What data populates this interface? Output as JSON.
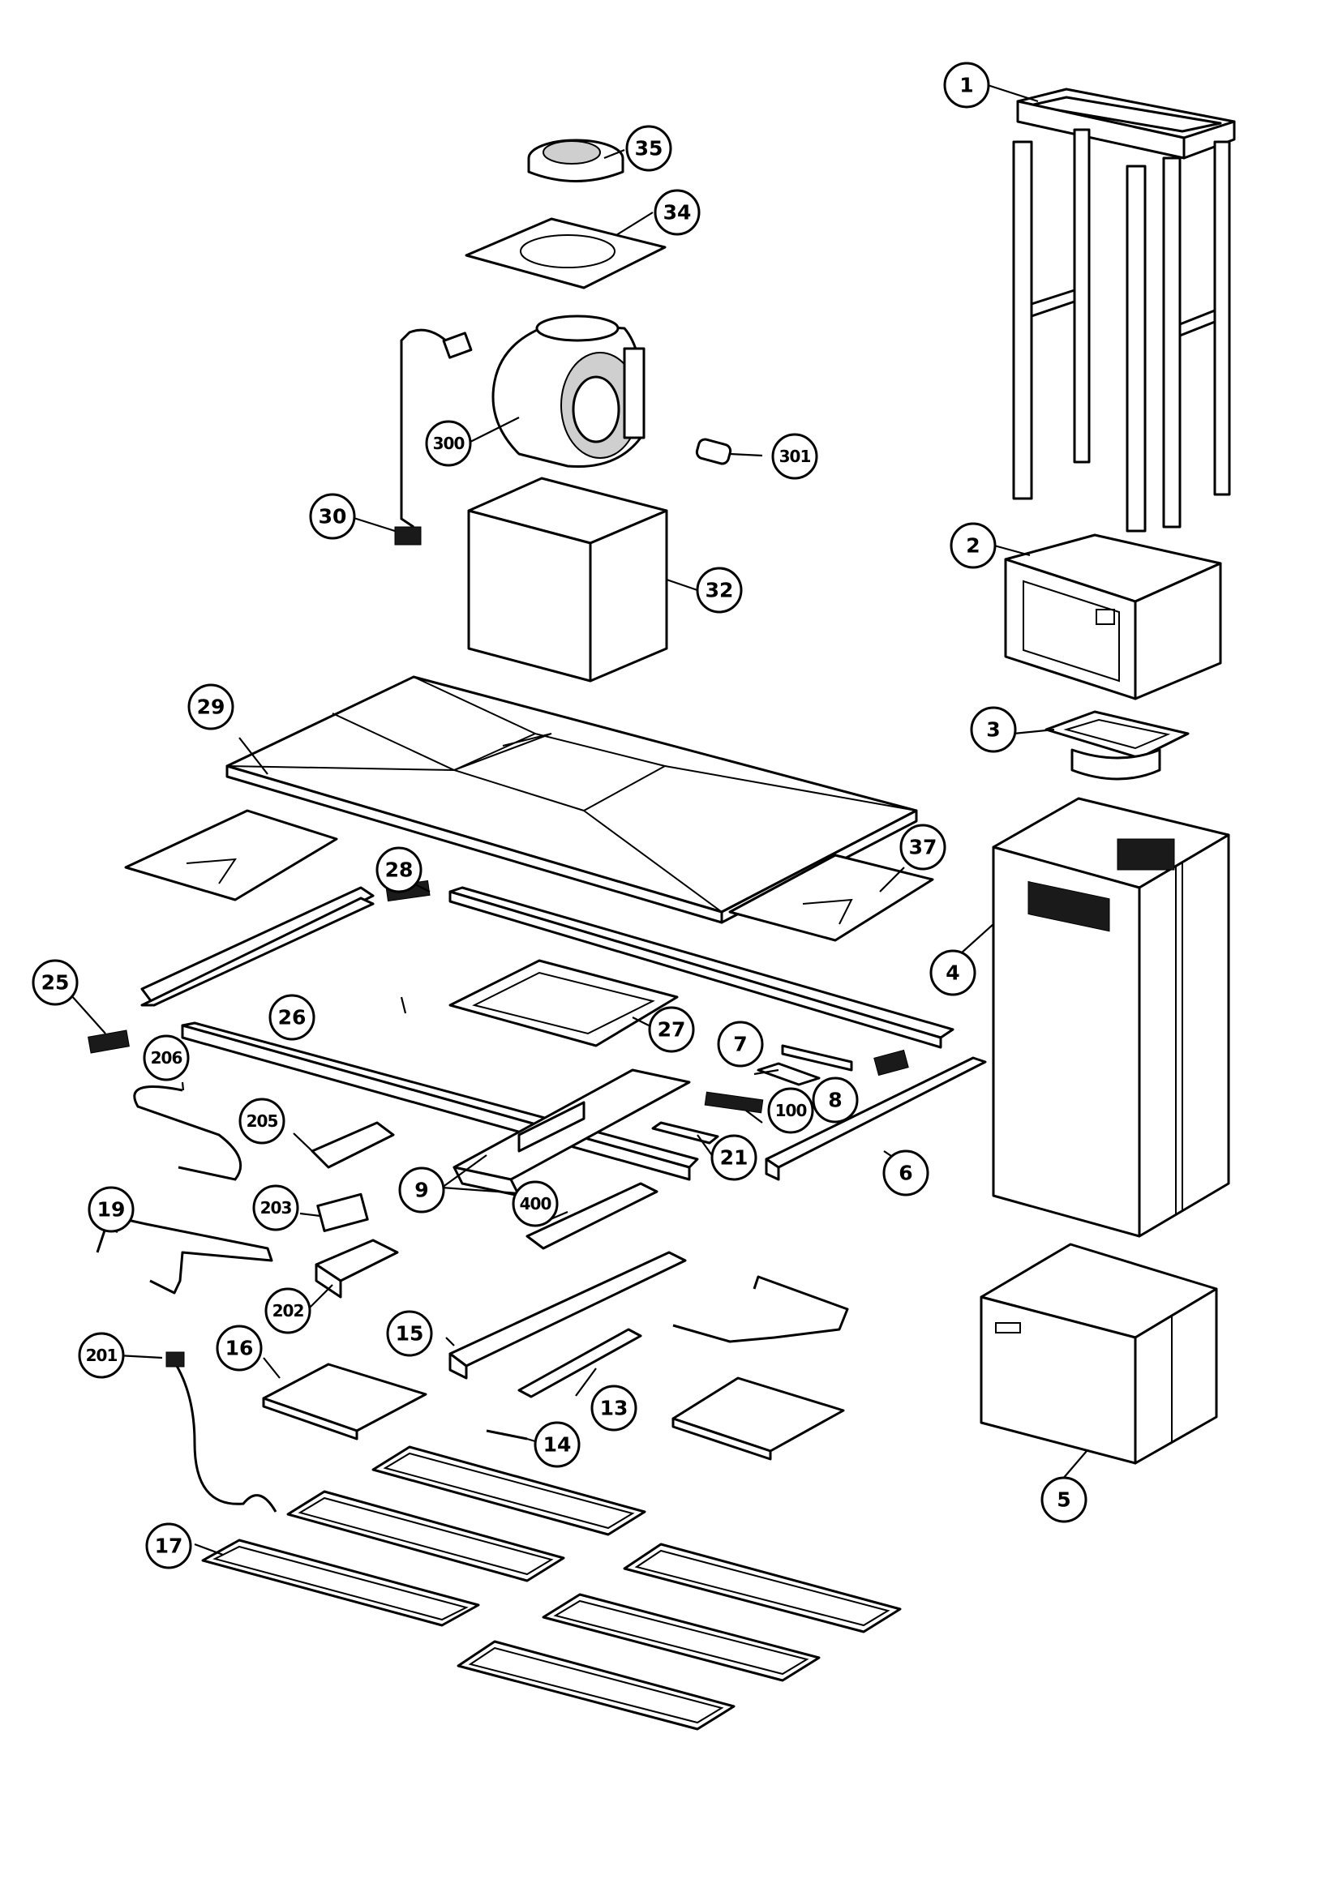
{
  "callouts": {
    "c1": "1",
    "c2": "2",
    "c3": "3",
    "c4": "4",
    "c5": "5",
    "c6": "6",
    "c7": "7",
    "c8": "8",
    "c9": "9",
    "c13": "13",
    "c14": "14",
    "c15": "15",
    "c16": "16",
    "c17": "17",
    "c19": "19",
    "c21": "21",
    "c25": "25",
    "c26": "26",
    "c27": "27",
    "c28": "28",
    "c29": "29",
    "c30": "30",
    "c32": "32",
    "c34": "34",
    "c35": "35",
    "c37": "37",
    "c100": "100",
    "c201": "201",
    "c202": "202",
    "c203": "203",
    "c205": "205",
    "c206": "206",
    "c300": "300",
    "c301": "301",
    "c400": "400"
  }
}
